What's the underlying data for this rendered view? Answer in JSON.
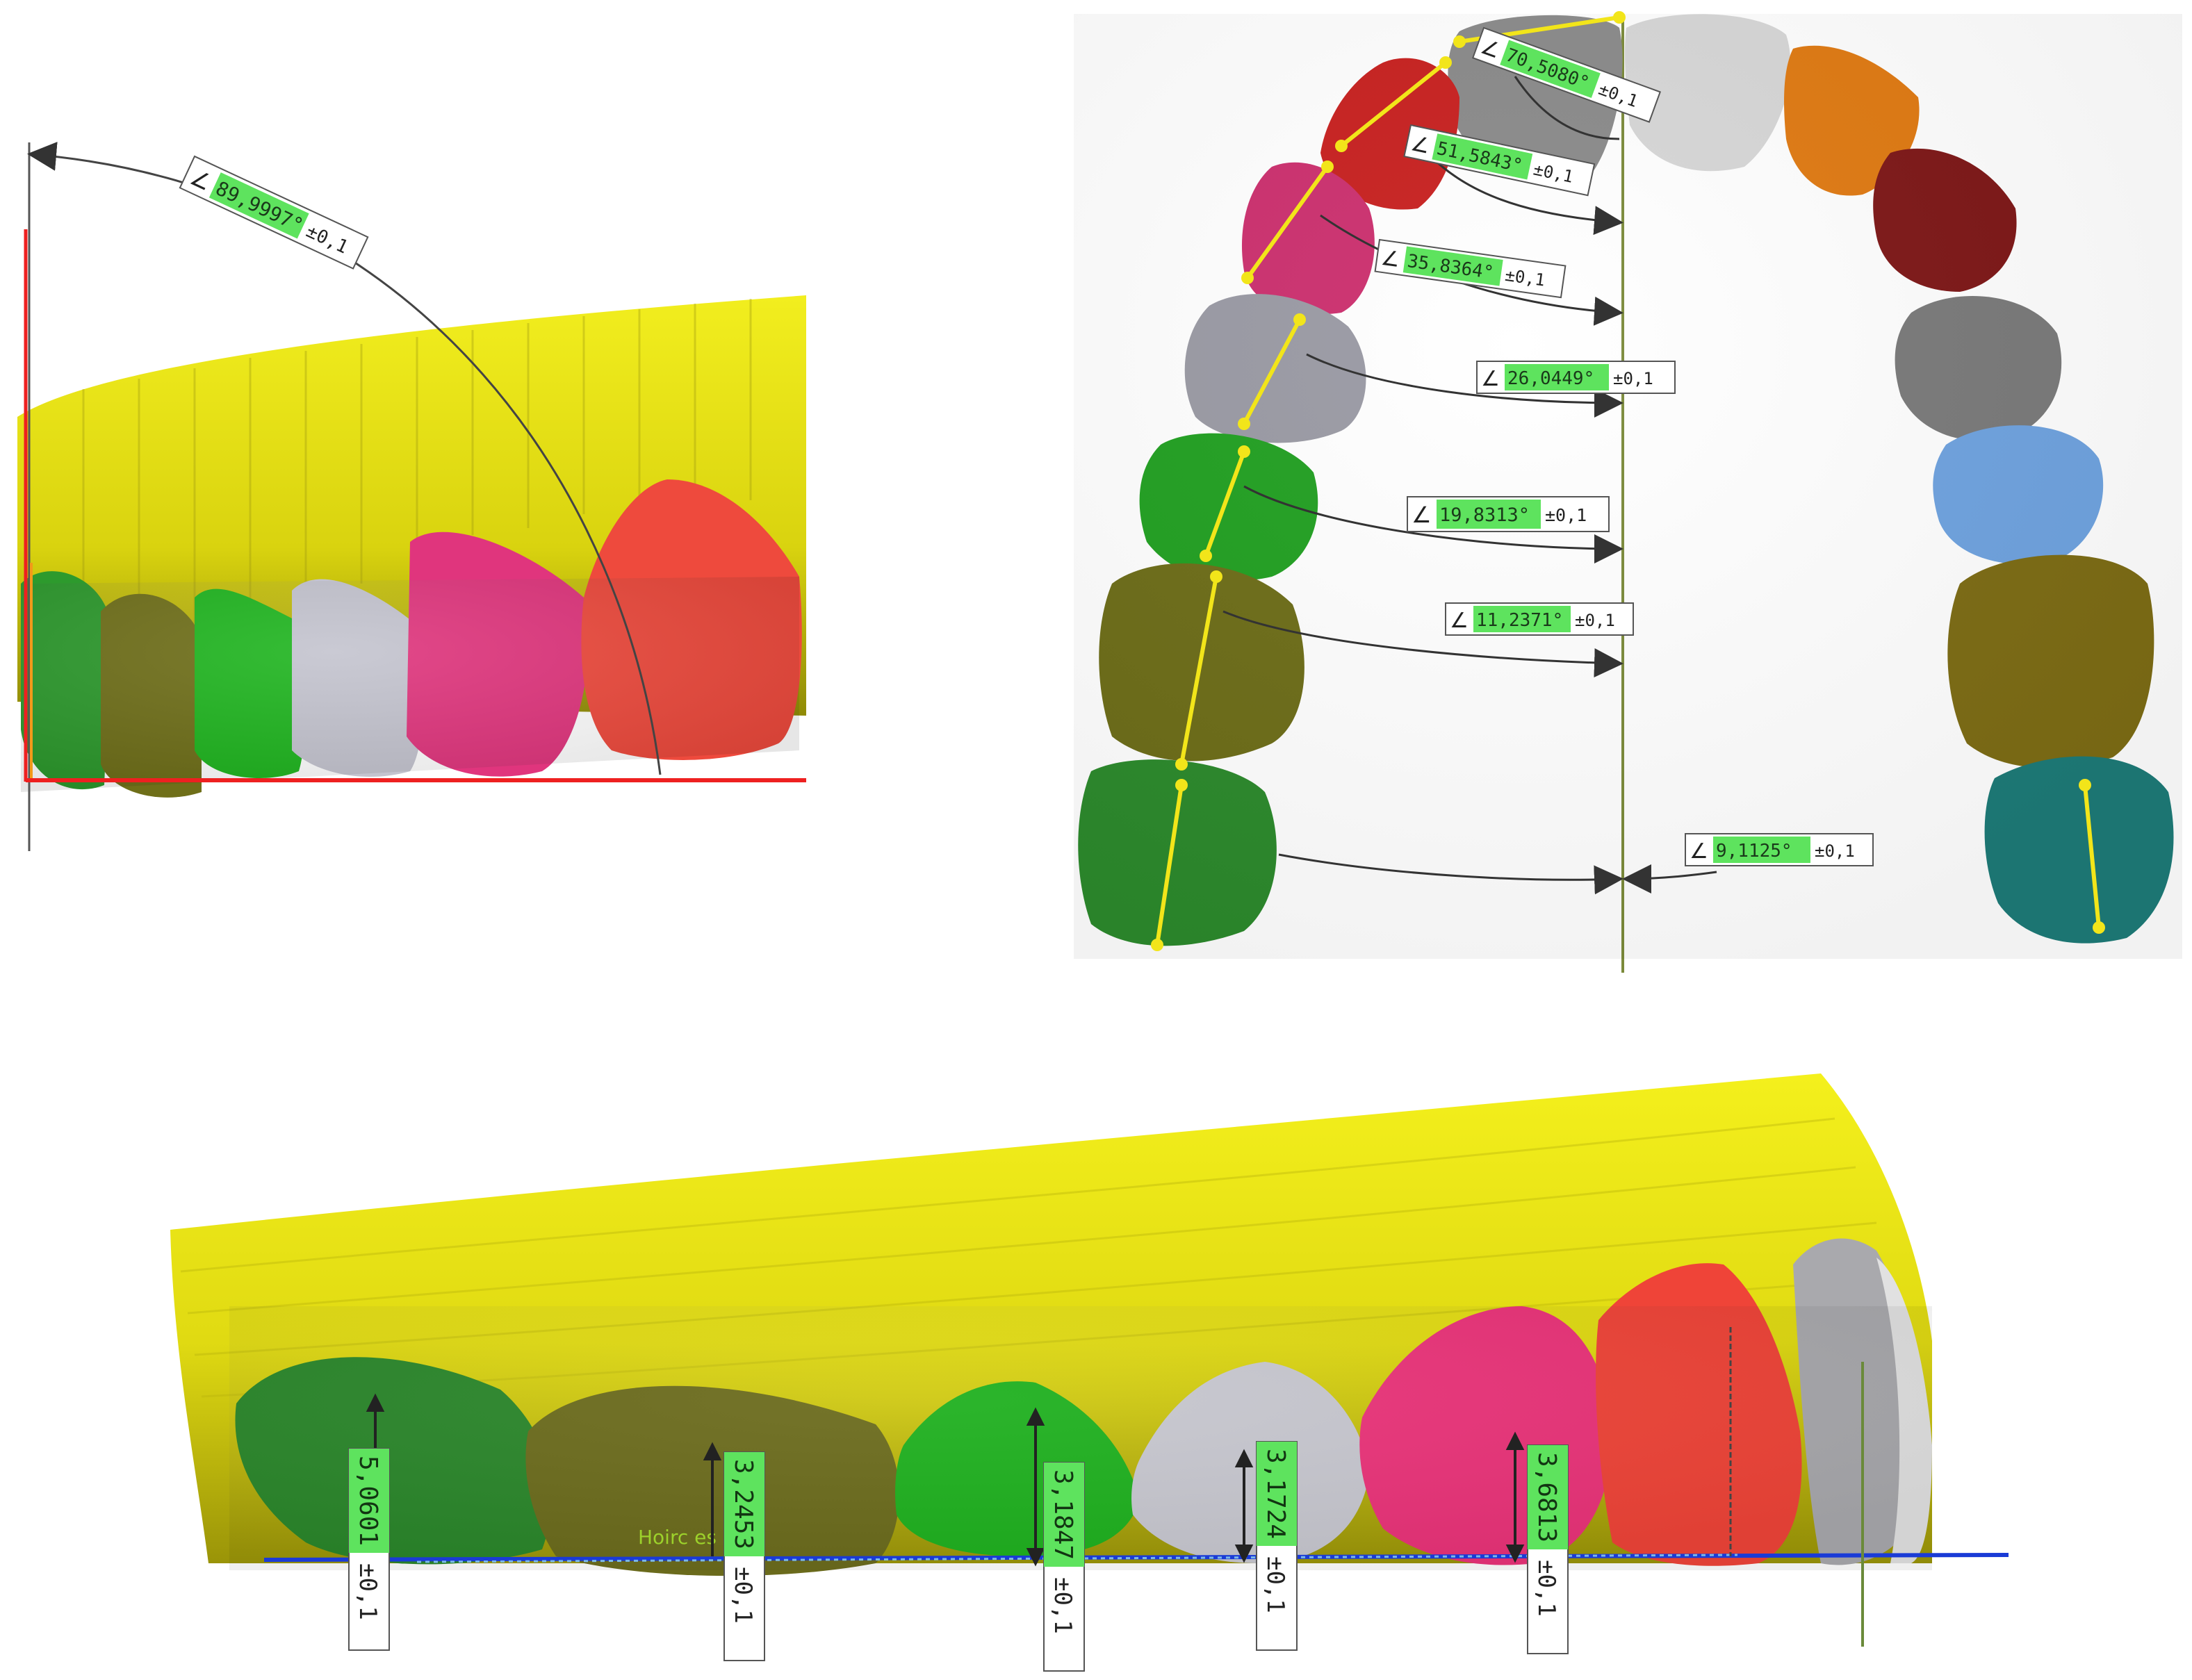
{
  "top_left": {
    "angle": {
      "value": "89,9997°",
      "tolerance": "±0,1"
    }
  },
  "top_right": {
    "angles": [
      {
        "value": "70,5080°",
        "tolerance": "±0,1"
      },
      {
        "value": "51,5843°",
        "tolerance": "±0,1"
      },
      {
        "value": "35,8364°",
        "tolerance": "±0,1"
      },
      {
        "value": "26,0449°",
        "tolerance": "±0,1"
      },
      {
        "value": "19,8313°",
        "tolerance": "±0,1"
      },
      {
        "value": "11,2371°",
        "tolerance": "±0,1"
      },
      {
        "value": "9,1125°",
        "tolerance": "±0,1"
      }
    ]
  },
  "bottom": {
    "heights": [
      {
        "value": "5,0601",
        "tolerance": "±0,1"
      },
      {
        "value": "3,2453",
        "tolerance": "±0,1"
      },
      {
        "value": "3,1847",
        "tolerance": "±0,1"
      },
      {
        "value": "3,1724",
        "tolerance": "±0,1"
      },
      {
        "value": "3,6813",
        "tolerance": "±0,1"
      }
    ],
    "plane_text": "Hoirc    es"
  },
  "angle_symbol": "∠",
  "colors": {
    "gingiva": "#e6e21a",
    "label_green": "#5ee35e",
    "yellow_line": "#f2e51a",
    "red_line": "#ee2020",
    "blue_line": "#1a3bd6"
  }
}
